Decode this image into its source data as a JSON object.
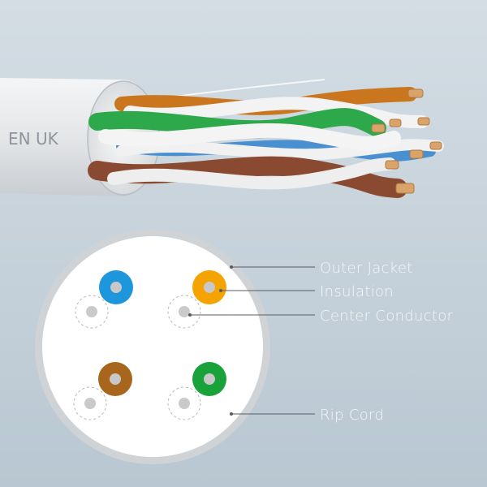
{
  "photo": {
    "jacket_print": "EN UK",
    "jacket_color": "#e8eaec",
    "wire_colors": [
      "#2da84a",
      "#8a4a32",
      "#c9761e",
      "#4a8fd0",
      "#f2f2f2"
    ],
    "conductor_color": "#d9a36a"
  },
  "cross_section": {
    "jacket_ring_color": "#cfd3d6",
    "fill_color": "#ffffff",
    "pairs": [
      {
        "color": "#1e96dc"
      },
      {
        "color": "#f5a300"
      },
      {
        "color": "#a8661c"
      },
      {
        "color": "#1aa23a"
      }
    ],
    "conductor_color": "#c8c8c8"
  },
  "labels": {
    "outer_jacket": "Outer Jacket",
    "insulation": "Insulation",
    "center_conductor": "Center Conductor",
    "rip_cord": "Rip Cord"
  },
  "leader_color": "#555c63"
}
